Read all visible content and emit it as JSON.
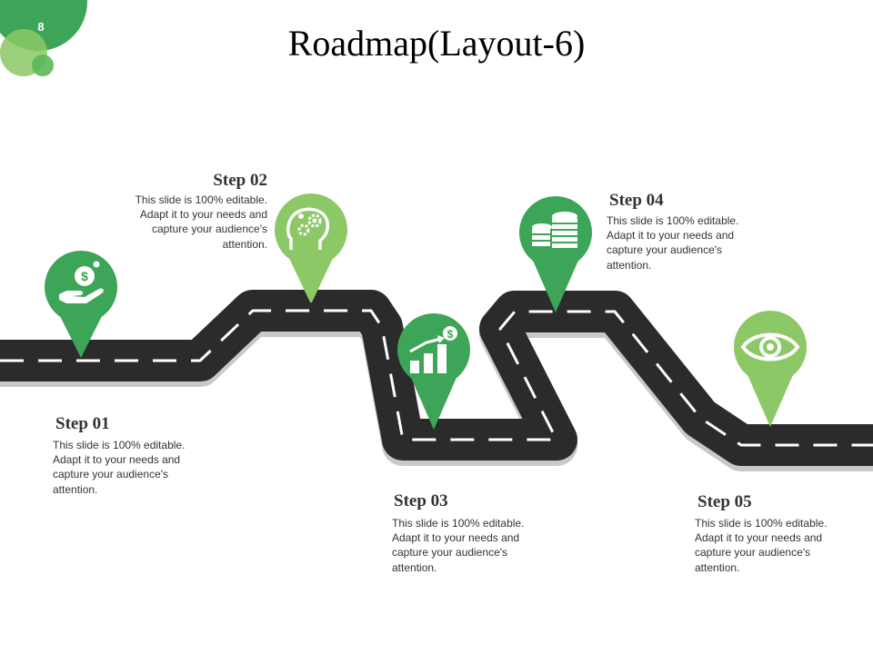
{
  "page_number": "8",
  "title": "Roadmap(Layout-6)",
  "colors": {
    "dark_green": "#3da557",
    "light_green": "#8cc866",
    "road": "#2b2b2b",
    "road_line": "#ffffff"
  },
  "steps": [
    {
      "title": "Step 01",
      "desc": "This slide is 100% editable. Adapt it to your needs and capture your audience's attention.",
      "icon": "money-hand-icon"
    },
    {
      "title": "Step 02",
      "desc": "This slide is 100% editable. Adapt it to your needs and capture your audience's attention.",
      "icon": "brain-gears-icon"
    },
    {
      "title": "Step 03",
      "desc": "This slide is 100% editable. Adapt it to your needs and capture your audience's attention.",
      "icon": "growth-chart-icon"
    },
    {
      "title": "Step 04",
      "desc": "This slide is 100% editable. Adapt it to your needs and capture your audience's attention.",
      "icon": "coin-stack-icon"
    },
    {
      "title": "Step 05",
      "desc": "This slide is 100% editable. Adapt it to your needs and capture your audience's attention.",
      "icon": "eye-icon"
    }
  ]
}
